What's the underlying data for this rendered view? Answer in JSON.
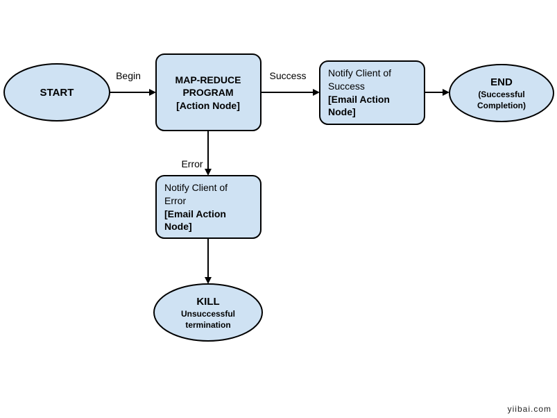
{
  "nodes": {
    "start": {
      "label": "START"
    },
    "map_reduce": {
      "line1": "MAP-REDUCE",
      "line2": "PROGRAM",
      "line3": "[Action Node]"
    },
    "notify_success": {
      "line1": "Notify Client of",
      "line2": "Success",
      "line3": "[Email Action",
      "line4": "Node]"
    },
    "end": {
      "line1": "END",
      "line2": "(Successful",
      "line3": "Completion)"
    },
    "notify_error": {
      "line1": "Notify Client of",
      "line2": "Error",
      "line3": "[Email Action",
      "line4": "Node]"
    },
    "kill": {
      "line1": "KILL",
      "line2": "Unsuccessful",
      "line3": "termination"
    }
  },
  "edges": {
    "begin": "Begin",
    "success": "Success",
    "error": "Error"
  },
  "watermark": "yiibai.com",
  "colors": {
    "node_fill": "#cfe2f3",
    "stroke": "#000000"
  }
}
